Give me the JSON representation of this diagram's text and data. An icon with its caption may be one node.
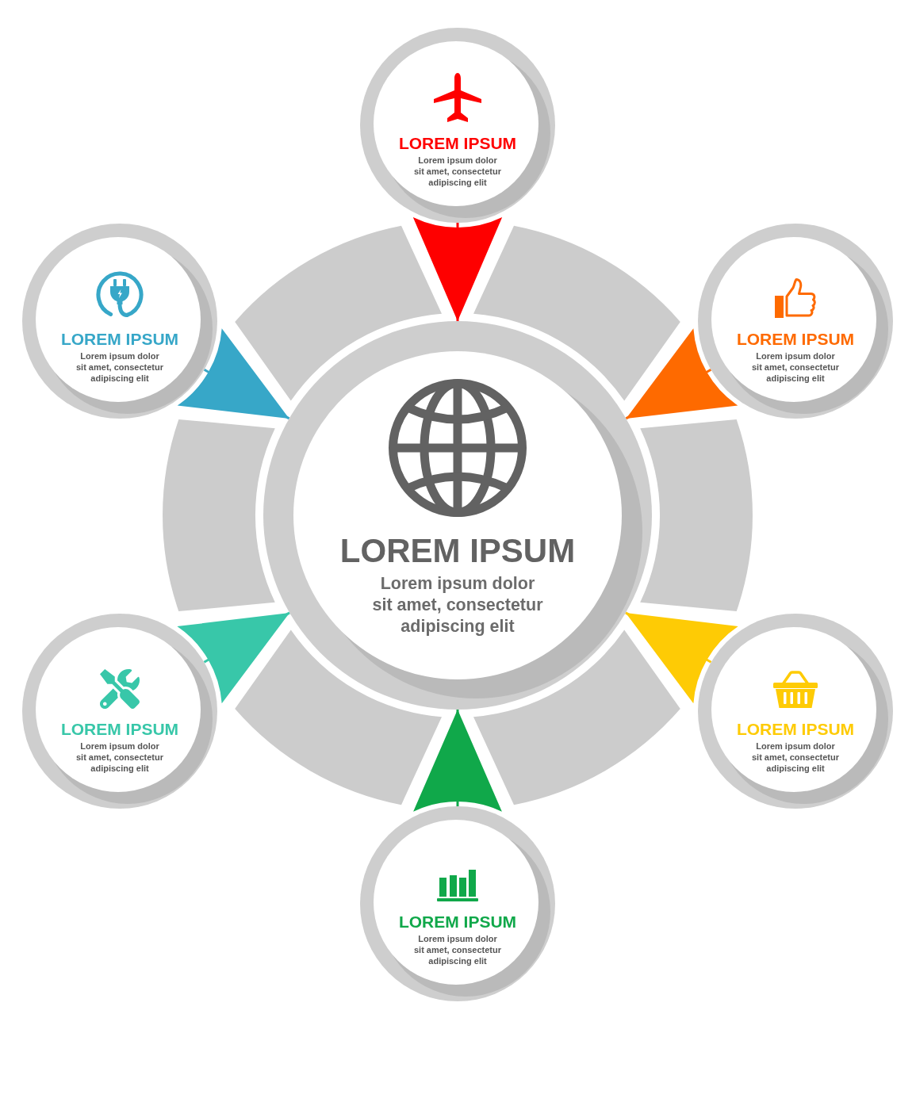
{
  "diagram": {
    "nodes": [
      {
        "text": [
          "LOREM IPSUM",
          "Lorem ipsum dolor sit amet, consectetur adipiscing elit"
        ]
      },
      {
        "text": [
          "LOREM IPSUM",
          "Lorem ipsum dolor sit amet, consectetur adipiscing elit"
        ]
      },
      {
        "text": [
          "LOREM IPSUM",
          "Lorem ipsum dolor sit amet, consectetur adipiscing elit"
        ]
      },
      {
        "text": [
          "LOREM IPSUM",
          "Lorem ipsum dolor sit amet, consectetur adipiscing elit"
        ]
      },
      {
        "text": [
          "LOREM IPSUM",
          "Lorem ipsum dolor sit amet, consectetur adipiscing elit"
        ]
      },
      {
        "text": [
          "LOREM IPSUM",
          "Lorem ipsum dolor sit amet, consectetur adipiscing elit"
        ]
      },
      {
        "text": [
          "LOREM IPSUM",
          "Lorem ipsum dolor sit amet, consectetur adipiscing elit"
        ]
      }
    ],
    "edges": [
      {
        "from": 0,
        "to": 3,
        "arrow": "to",
        "color": "#fe0000"
      },
      {
        "from": 1,
        "to": 3,
        "arrow": "to",
        "color": "#37a7c8"
      },
      {
        "from": 2,
        "to": 3,
        "arrow": "to",
        "color": "#fe6a00"
      },
      {
        "from": 4,
        "to": 3,
        "arrow": "to",
        "color": "#38c7a9"
      },
      {
        "from": 5,
        "to": 3,
        "arrow": "to",
        "color": "#fecb05"
      },
      {
        "from": 6,
        "to": 3,
        "arrow": "to",
        "color": "#10a84a"
      }
    ]
  }
}
